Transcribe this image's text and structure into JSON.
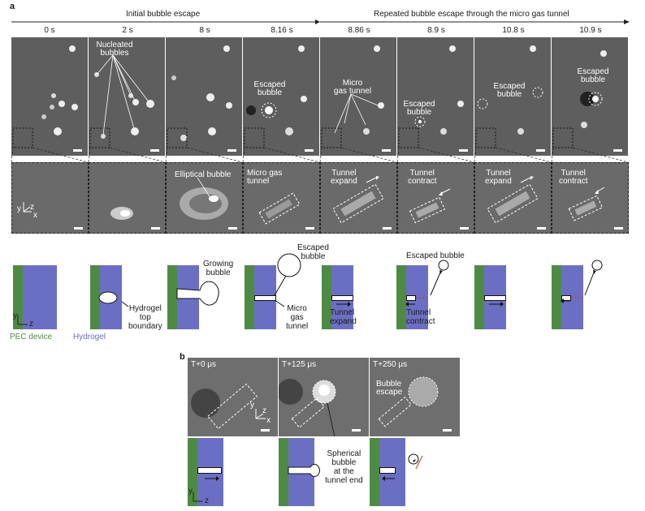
{
  "panel_a": {
    "label": "a",
    "phase1": "Initial bubble escape",
    "phase2": "Repeated bubble escape through the micro gas tunnel",
    "times": [
      "0 s",
      "2 s",
      "8 s",
      "8.16 s",
      "8.86 s",
      "8.9 s",
      "10.8 s",
      "10.9 s"
    ],
    "top_annotations": {
      "nucleated": "Nucleated\nbubbles",
      "escaped1": "Escaped\nbubble",
      "micro_tunnel": "Micro\ngas tunnel",
      "escaped2": "Escaped\nbubble",
      "escaped3": "Escaped\nbubble",
      "escaped4": "Escaped\nbubble"
    },
    "zoom_annotations": {
      "elliptical": "Elliptical bubble",
      "micro_tunnel": "Micro gas\ntunnel",
      "expand1": "Tunnel\nexpand",
      "contract1": "Tunnel\ncontract",
      "expand2": "Tunnel\nexpand",
      "contract2": "Tunnel\ncontract"
    },
    "axis": {
      "y": "y",
      "z": "z",
      "x": "x"
    },
    "schematic": {
      "pec": "PEC device",
      "hydrogel": "Hydrogel",
      "boundary": "Hydrogel\ntop\nboundary",
      "growing": "Growing\nbubble",
      "escaped": "Escaped\nbubble",
      "micro": "Micro\ngas\ntunnel",
      "expand": "Tunnel\nexpand",
      "escaped_bubble": "Escaped bubble",
      "contract": "Tunnel\ncontract"
    }
  },
  "panel_b": {
    "label": "b",
    "times": [
      "T+0 μs",
      "T+125 μs",
      "T+250 μs"
    ],
    "bubble_escape": "Bubble\nescape",
    "spherical": "Spherical\nbubble\nat the\ntunnel end",
    "axis": {
      "y": "y",
      "z": "z",
      "x": "x"
    }
  },
  "colors": {
    "pec_green": "#4f8a45",
    "hydrogel_blue": "#6b6fc4",
    "pec_label": "#4f8a45",
    "hydrogel_label": "#6b6fc4",
    "arrow_red": "#c0392b"
  }
}
